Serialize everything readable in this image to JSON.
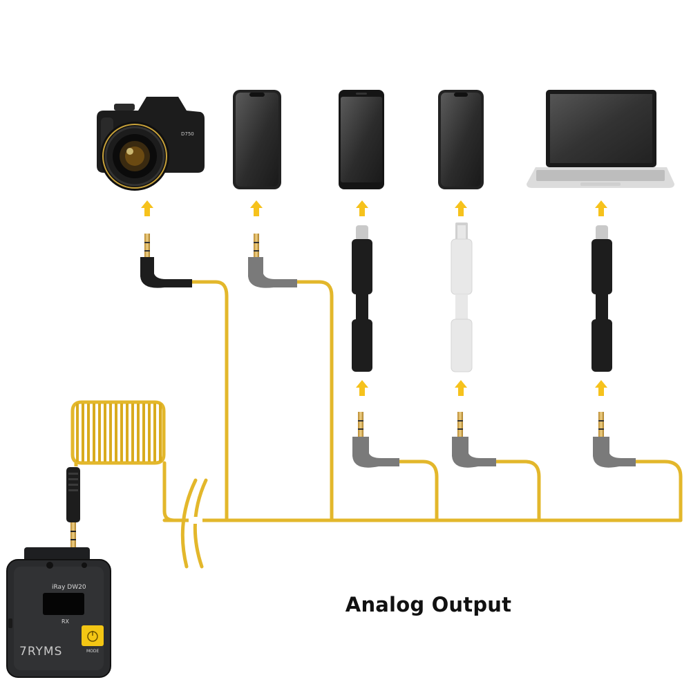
{
  "diagram": {
    "title": "Analog Output",
    "receiver": {
      "brand": "7RYMS",
      "model": "iRay DW20",
      "unit_label": "RX",
      "button_label": "MODE"
    },
    "devices": [
      {
        "name": "camera-icon",
        "label": "D750"
      },
      {
        "name": "smartphone-icon",
        "label": ""
      },
      {
        "name": "android-phone-icon",
        "label": ""
      },
      {
        "name": "iphone-icon",
        "label": ""
      },
      {
        "name": "laptop-icon",
        "label": ""
      }
    ],
    "colors": {
      "cable": "#e3b72b",
      "arrow": "#f6c21c",
      "plug_black": "#1d1d1d",
      "plug_gray": "#7a7a7a",
      "adapter_white": "#e8e8e8",
      "receiver_body": "#2a2b2d",
      "mode_button": "#f3c614"
    }
  }
}
